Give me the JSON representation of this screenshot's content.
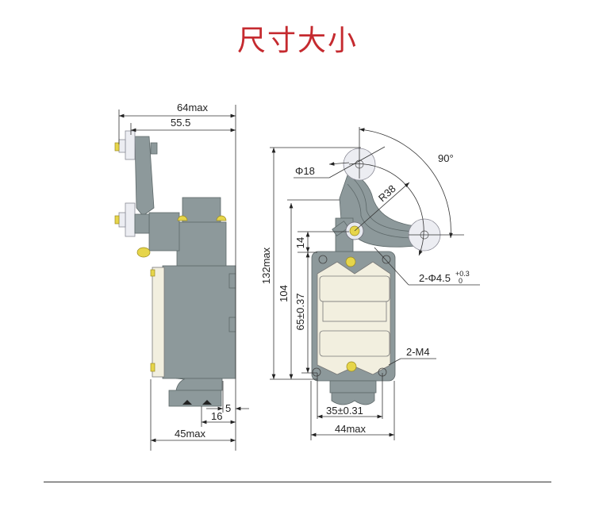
{
  "title": "尺寸大小",
  "side_view": {
    "dim_overall_width": "64max",
    "dim_roller_offset": "55.5",
    "dim_base_width": "45max",
    "dim_connector_offset": "16",
    "dim_connector_edge": "5"
  },
  "front_view": {
    "dim_total_height": "132max",
    "dim_body_height": "104",
    "dim_mount_spacing_v": "65±0.37",
    "dim_pivot_offset": "14",
    "dim_roller_diameter": "Φ18",
    "dim_lever_radius": "R38",
    "dim_swing_angle": "90°",
    "dim_hole_label": "2-Φ4.5",
    "dim_hole_tol_upper": "+0.3",
    "dim_hole_tol_lower": "0",
    "dim_thread_label": "2-M4",
    "dim_mount_spacing_h": "35±0.31",
    "dim_body_width": "44max"
  }
}
